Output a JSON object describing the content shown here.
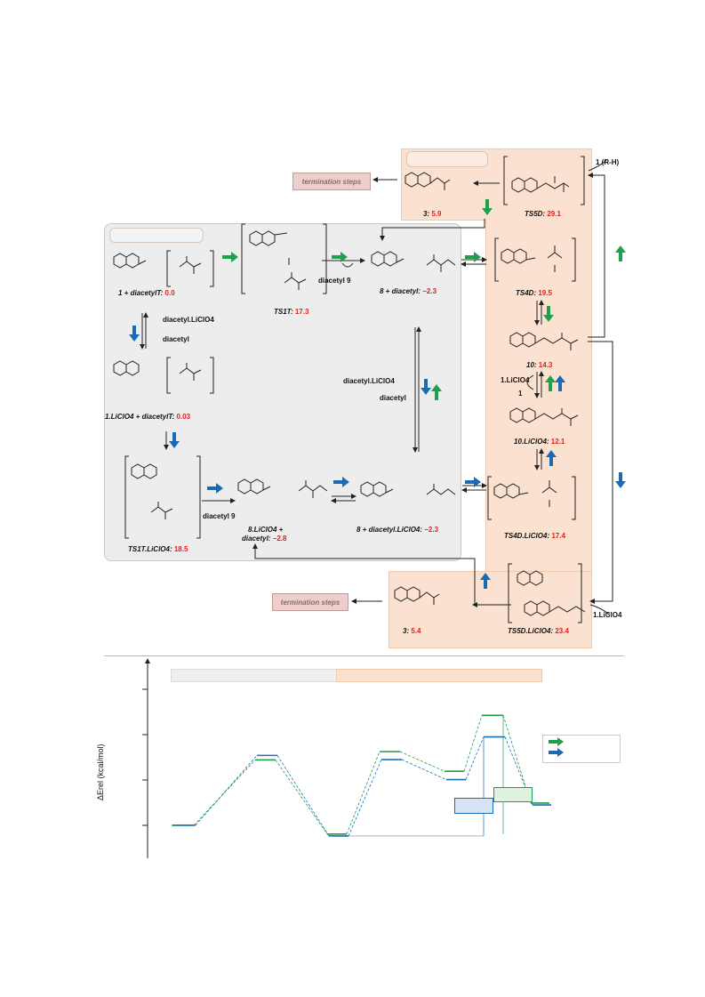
{
  "scheme": {
    "termination_label": "termination steps",
    "compounds": {
      "start": {
        "name": "1 + diacetylT: ",
        "energy": "0.0"
      },
      "ts1": {
        "name": "TS1T: ",
        "energy": "17.3"
      },
      "p8": {
        "name": "8 + diacetyl: ",
        "energy": "−2.3"
      },
      "licl": {
        "name": "1.LiClO4 + diacetylT: ",
        "energy": "0.03"
      },
      "ts1li": {
        "name": "TS1T.LiClO4: ",
        "energy": "18.5"
      },
      "p8li": {
        "name_line1": "8.LiClO4 +",
        "name_line2": "diacetyl: ",
        "energy": "−2.8"
      },
      "p8dli": {
        "name": "8 + diacetyl.LiClO4: ",
        "energy": "−2.3"
      },
      "p3top": {
        "name": "3: ",
        "energy": "5.9"
      },
      "ts5": {
        "name": "TS5D: ",
        "energy": "29.1"
      },
      "ts4": {
        "name": "TS4D: ",
        "energy": "19.5"
      },
      "c10": {
        "name": "10: ",
        "energy": "14.3"
      },
      "c10li": {
        "name": "10.LiClO4: ",
        "energy": "12.1"
      },
      "ts4li": {
        "name": "TS4D.LiClO4: ",
        "energy": "17.4"
      },
      "ts5li": {
        "name": "TS5D.LiClO4: ",
        "energy": "23.4"
      },
      "p3bot": {
        "name": "3: ",
        "energy": "5.4"
      }
    },
    "reagents": {
      "diacetyl_liclo4": "diacetyl.LiClO4",
      "diacetyl": "diacetyl",
      "diacetyl_9": "diacetyl  9",
      "liclo4": "1.LiClO4",
      "one": "1",
      "one_rh": "1 (R-H)",
      "liclo4_bottom": "1.LiClO4"
    }
  },
  "chart_data": {
    "type": "line",
    "ylabel": "ΔErel (kcal/mol)",
    "series": [
      {
        "color": "#1e9a4a",
        "values": [
          0.0,
          17.3,
          -2.3,
          19.5,
          14.3,
          29.1,
          5.9
        ]
      },
      {
        "color": "#1a6fba",
        "values": [
          0.03,
          18.5,
          -2.8,
          17.4,
          12.1,
          23.4,
          5.4
        ]
      }
    ]
  },
  "colors": {
    "green": "#1fa04e",
    "blue": "#1c6ab5",
    "energy": "#e0201b",
    "grey_panel": "#ededed",
    "pink_panel": "#fbe1cf"
  }
}
